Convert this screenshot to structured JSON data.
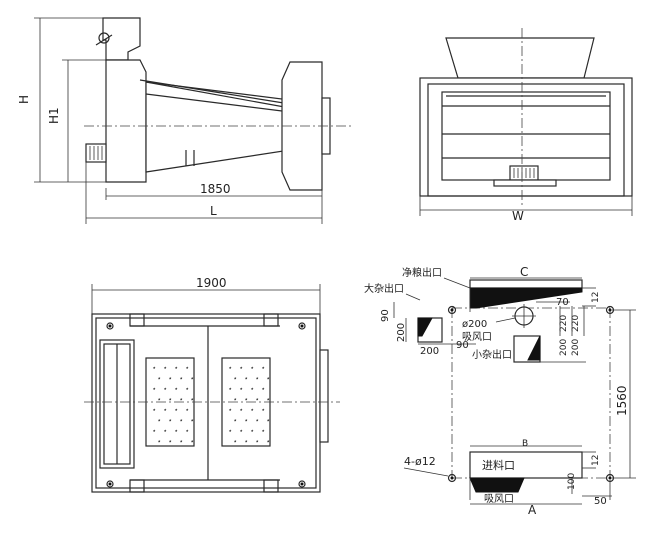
{
  "views": {
    "side": {
      "dim_h": "H",
      "dim_h1": "H1",
      "dim_1850": "1850",
      "dim_l": "L"
    },
    "front": {
      "dim_w": "W"
    },
    "top": {
      "dim_1900": "1900"
    },
    "layout": {
      "dim_c": "C",
      "label_clean_grain_outlet": "净粮出口",
      "label_large_impurity_outlet": "大杂出口",
      "label_suction_port_1": "吸风口",
      "label_phi200": "ø200",
      "label_small_impurity_outlet": "小杂出口",
      "label_feed_inlet": "进料口",
      "label_suction_port_2": "吸风口",
      "label_bolts": "4-ø12",
      "dim_90_top": "90",
      "dim_200_left": "200",
      "dim_200_bottom": "200",
      "dim_90_mid": "90",
      "dim_70": "70",
      "dim_220_a": "220",
      "dim_220_b": "220",
      "dim_12_top": "12",
      "dim_200_right_a": "200",
      "dim_200_right_b": "200",
      "dim_1560": "1560",
      "dim_b": "B",
      "dim_12_bottom": "12",
      "dim_100": "100",
      "dim_50": "50",
      "dim_a": "A"
    }
  }
}
